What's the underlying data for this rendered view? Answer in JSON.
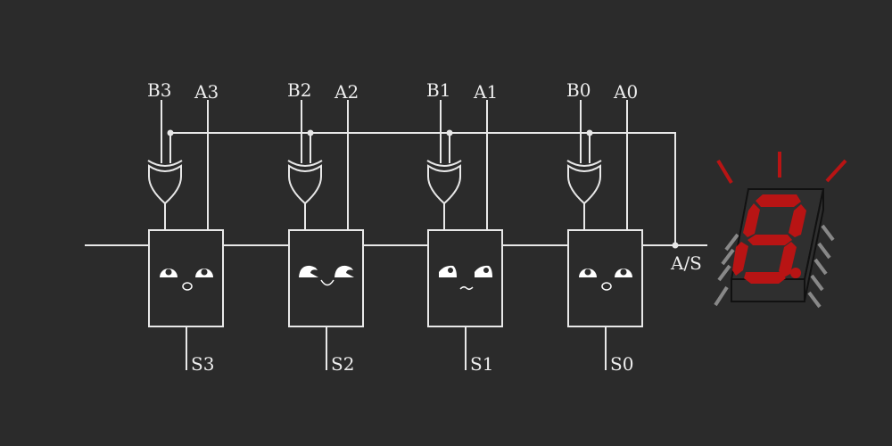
{
  "title": "4-bit Adder/Subtractor",
  "colors": {
    "background": "#2b2b2b",
    "wire": "#e8e8e8",
    "segment_on": "#b81414",
    "pin": "#888888",
    "face": "#ffffff"
  },
  "stages": [
    {
      "id": "3",
      "b_label": "B3",
      "a_label": "A3",
      "s_label": "S3",
      "face": "surprised"
    },
    {
      "id": "2",
      "b_label": "B2",
      "a_label": "A2",
      "s_label": "S2",
      "face": "happy"
    },
    {
      "id": "1",
      "b_label": "B1",
      "a_label": "A1",
      "s_label": "S1",
      "face": "worried"
    },
    {
      "id": "0",
      "b_label": "B0",
      "a_label": "A0",
      "s_label": "S0",
      "face": "surprised"
    }
  ],
  "control_label": "A/S",
  "display": {
    "type": "seven-segment",
    "digit_shown": "8",
    "decimal_point": true,
    "lit": true
  }
}
